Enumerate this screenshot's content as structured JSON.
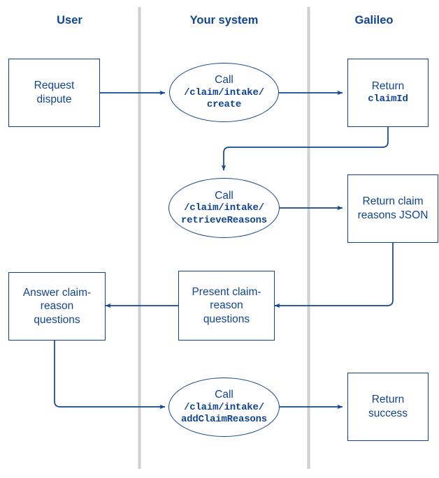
{
  "diagram": {
    "title": "Claim intake swimlane flow",
    "accent_color": "#11448e",
    "divider_color": "#cccccc",
    "background": "#ffffff"
  },
  "lanes": [
    {
      "id": "user",
      "label": "User"
    },
    {
      "id": "your-system",
      "label": "Your system"
    },
    {
      "id": "galileo",
      "label": "Galileo"
    }
  ],
  "nodes": [
    {
      "id": "request-dispute",
      "shape": "process",
      "lane": "user",
      "lines": [
        {
          "text": "Request",
          "style": "sans"
        },
        {
          "text": "dispute",
          "style": "sans"
        }
      ]
    },
    {
      "id": "call-create",
      "shape": "call",
      "lane": "your-system",
      "lines": [
        {
          "text": "Call",
          "style": "sans"
        },
        {
          "text": "/claim/intake/",
          "style": "mono"
        },
        {
          "text": "create",
          "style": "mono"
        }
      ]
    },
    {
      "id": "return-claimid",
      "shape": "process",
      "lane": "galileo",
      "lines": [
        {
          "text": "Return",
          "style": "sans"
        },
        {
          "text": "claimId",
          "style": "mono"
        }
      ]
    },
    {
      "id": "call-retrieve-reasons",
      "shape": "call",
      "lane": "your-system",
      "lines": [
        {
          "text": "Call",
          "style": "sans"
        },
        {
          "text": "/claim/intake/",
          "style": "mono"
        },
        {
          "text": "retrieveReasons",
          "style": "mono"
        }
      ]
    },
    {
      "id": "return-claim-reasons-json",
      "shape": "process",
      "lane": "galileo",
      "lines": [
        {
          "text": "Return claim",
          "style": "sans"
        },
        {
          "text": "reasons JSON",
          "style": "sans"
        }
      ]
    },
    {
      "id": "answer-claim-reason-questions",
      "shape": "process",
      "lane": "user",
      "lines": [
        {
          "text": "Answer claim-",
          "style": "sans"
        },
        {
          "text": "reason",
          "style": "sans"
        },
        {
          "text": "questions",
          "style": "sans"
        }
      ]
    },
    {
      "id": "present-claim-reason-questions",
      "shape": "process",
      "lane": "your-system",
      "lines": [
        {
          "text": "Present claim-",
          "style": "sans"
        },
        {
          "text": "reason",
          "style": "sans"
        },
        {
          "text": "questions",
          "style": "sans"
        }
      ]
    },
    {
      "id": "call-add-claim-reasons",
      "shape": "call",
      "lane": "your-system",
      "lines": [
        {
          "text": "Call",
          "style": "sans"
        },
        {
          "text": "/claim/intake/",
          "style": "mono"
        },
        {
          "text": "addClaimReasons",
          "style": "mono"
        }
      ]
    },
    {
      "id": "return-success",
      "shape": "process",
      "lane": "galileo",
      "lines": [
        {
          "text": "Return",
          "style": "sans"
        },
        {
          "text": "success",
          "style": "sans"
        }
      ]
    }
  ],
  "node_text": {
    "request_dispute_l1": "Request",
    "request_dispute_l2": "dispute",
    "call_create_l1": "Call",
    "call_create_l2": "/claim/intake/",
    "call_create_l3": "create",
    "return_claimid_l1": "Return",
    "return_claimid_l2": "claimId",
    "call_retrieve_l1": "Call",
    "call_retrieve_l2": "/claim/intake/",
    "call_retrieve_l3": "retrieveReasons",
    "return_json_l1": "Return claim",
    "return_json_l2": "reasons JSON",
    "answer_l1": "Answer claim-",
    "answer_l2": "reason",
    "answer_l3": "questions",
    "present_l1": "Present claim-",
    "present_l2": "reason",
    "present_l3": "questions",
    "call_add_l1": "Call",
    "call_add_l2": "/claim/intake/",
    "call_add_l3": "addClaimReasons",
    "return_success_l1": "Return",
    "return_success_l2": "success"
  },
  "edges": [
    {
      "id": "e1",
      "from": "request-dispute",
      "to": "call-create",
      "label": ""
    },
    {
      "id": "e2",
      "from": "call-create",
      "to": "return-claimid",
      "label": ""
    },
    {
      "id": "e3",
      "from": "return-claimid",
      "to": "call-retrieve-reasons",
      "label": ""
    },
    {
      "id": "e4",
      "from": "call-retrieve-reasons",
      "to": "return-claim-reasons-json",
      "label": ""
    },
    {
      "id": "e5",
      "from": "return-claim-reasons-json",
      "to": "present-claim-reason-questions",
      "label": ""
    },
    {
      "id": "e6",
      "from": "present-claim-reason-questions",
      "to": "answer-claim-reason-questions",
      "label": ""
    },
    {
      "id": "e7",
      "from": "answer-claim-reason-questions",
      "to": "call-add-claim-reasons",
      "label": ""
    },
    {
      "id": "e8",
      "from": "call-add-claim-reasons",
      "to": "return-success",
      "label": ""
    }
  ]
}
